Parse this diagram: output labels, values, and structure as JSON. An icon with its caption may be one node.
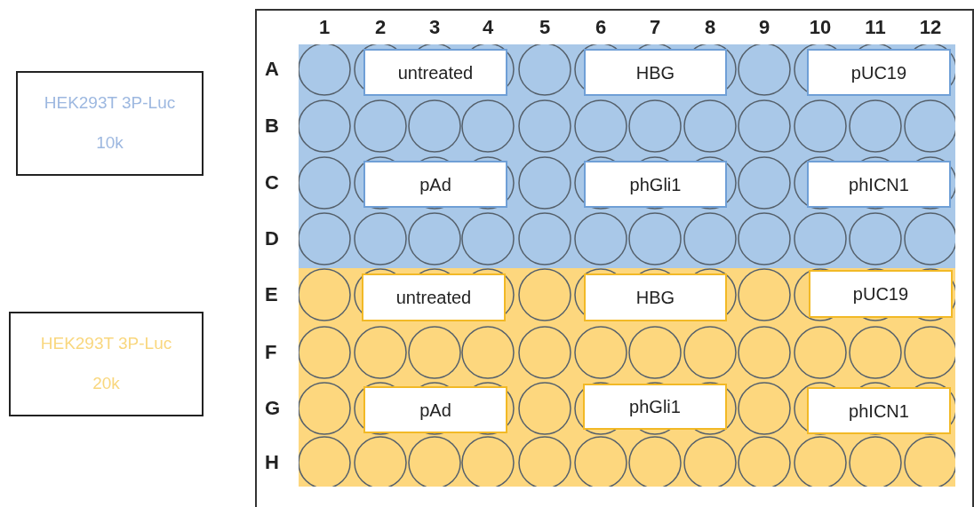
{
  "diagram": {
    "nodes": [
      {
        "text": [
          "HEK293T 3P-Luc",
          "10k"
        ]
      },
      {
        "text": [
          "HEK293T 3P-Luc",
          "20k"
        ]
      },
      {
        "text": [],
        "shape": "box"
      },
      {
        "text": [
          "untreated"
        ],
        "in": 2
      },
      {
        "text": [
          "HBG"
        ],
        "in": 2
      },
      {
        "text": [
          "pUC19"
        ],
        "in": 2
      },
      {
        "text": [
          "pAd"
        ],
        "in": 2
      },
      {
        "text": [
          "phGli1"
        ],
        "in": 2
      },
      {
        "text": [
          "phICN1"
        ],
        "in": 2
      },
      {
        "text": [],
        "shape": "box"
      },
      {
        "text": [
          "untreated"
        ],
        "in": 9
      },
      {
        "text": [
          "HBG"
        ],
        "in": 9
      },
      {
        "text": [
          "pUC19"
        ],
        "in": 9
      },
      {
        "text": [
          "pAd"
        ],
        "in": 9
      },
      {
        "text": [
          "phGli1"
        ],
        "in": 9
      },
      {
        "text": [
          "phICN1"
        ],
        "in": 9
      }
    ],
    "edges": [],
    "labels": [
      "1",
      "2",
      "3",
      "4",
      "5",
      "6",
      "7",
      "8",
      "9",
      "10",
      "11",
      "12",
      "A",
      "B",
      "C",
      "D",
      "E",
      "F",
      "G",
      "H"
    ]
  }
}
